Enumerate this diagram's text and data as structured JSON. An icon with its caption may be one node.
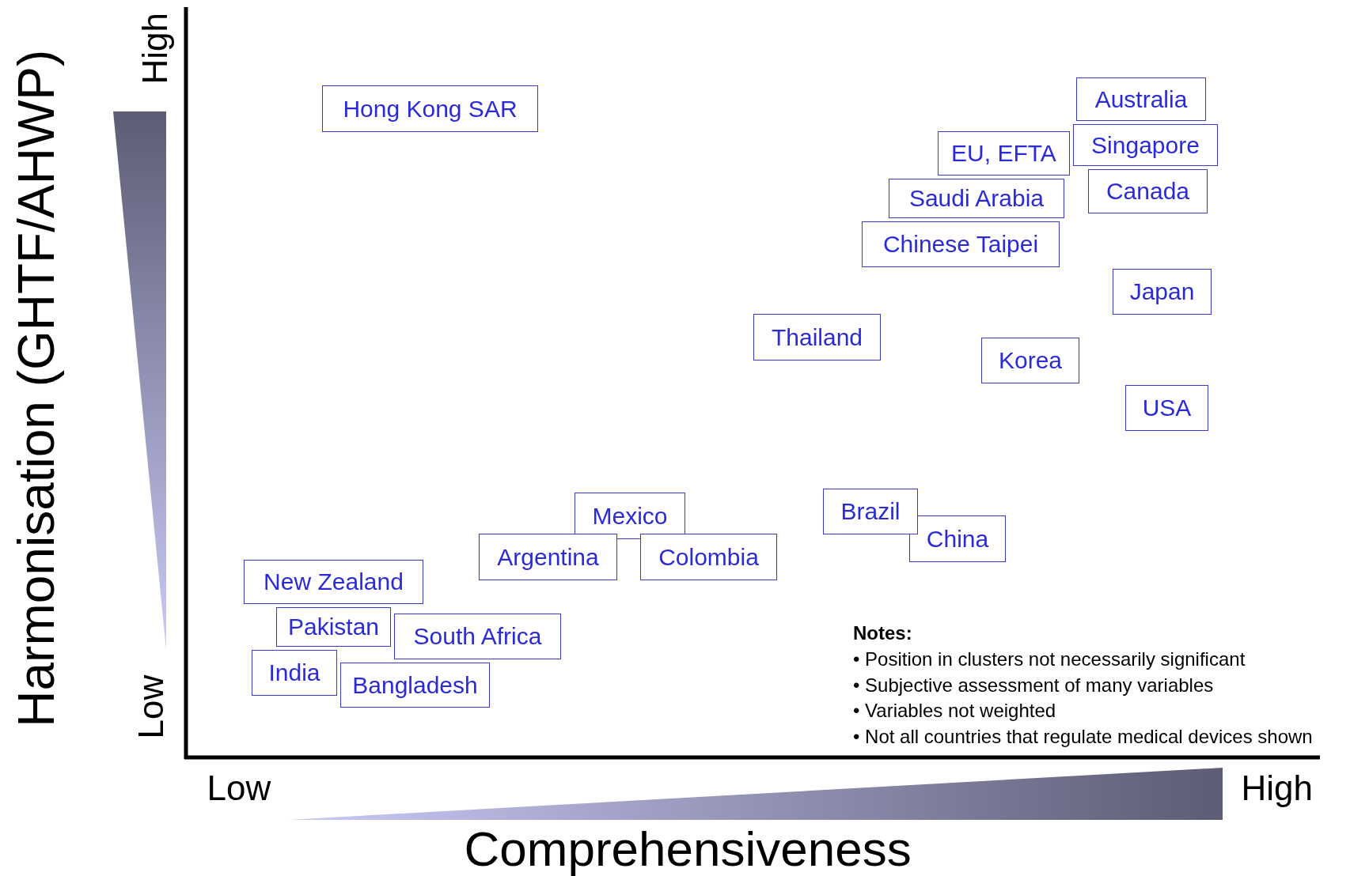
{
  "diagram": {
    "nodes": [
      {
        "text": [
          "Hong Kong SAR"
        ]
      },
      {
        "text": [
          "Australia"
        ]
      },
      {
        "text": [
          "Singapore"
        ]
      },
      {
        "text": [
          "EU, EFTA"
        ]
      },
      {
        "text": [
          "Canada"
        ]
      },
      {
        "text": [
          "Saudi Arabia"
        ]
      },
      {
        "text": [
          "Chinese Taipei"
        ]
      },
      {
        "text": [
          "Japan"
        ]
      },
      {
        "text": [
          "Thailand"
        ]
      },
      {
        "text": [
          "Korea"
        ]
      },
      {
        "text": [
          "USA"
        ]
      },
      {
        "text": [
          "Brazil"
        ]
      },
      {
        "text": [
          "Mexico"
        ]
      },
      {
        "text": [
          "Argentina"
        ]
      },
      {
        "text": [
          "Colombia"
        ]
      },
      {
        "text": [
          "China"
        ]
      },
      {
        "text": [
          "New Zealand"
        ]
      },
      {
        "text": [
          "Pakistan"
        ]
      },
      {
        "text": [
          "South Africa"
        ]
      },
      {
        "text": [
          "India"
        ]
      },
      {
        "text": [
          "Bangladesh"
        ]
      }
    ],
    "edges": [],
    "labels": [
      "High",
      "Low",
      "Harmonisation (GHTF/AHWP)",
      "Notes:",
      "• Position in clusters not necessarily significant",
      "• Subjective assessment of many variables",
      "• Variables not weighted",
      "• Not all countries that regulate medical devices shown",
      "Low",
      "High",
      "Comprehensiveness"
    ]
  }
}
